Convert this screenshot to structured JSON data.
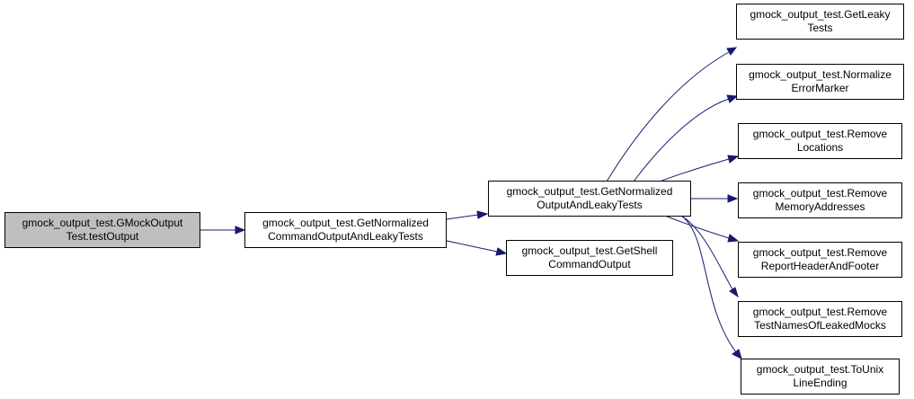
{
  "colors": {
    "edge": "#191970",
    "root_fill": "#bfbfbf",
    "node_fill": "#ffffff",
    "node_border": "#000000"
  },
  "nodes": {
    "root": {
      "line1": "gmock_output_test.GMockOutput",
      "line2": "Test.testOutput"
    },
    "command_output": {
      "line1": "gmock_output_test.GetNormalized",
      "line2": "CommandOutputAndLeakyTests"
    },
    "normalized_output": {
      "line1": "gmock_output_test.GetNormalized",
      "line2": "OutputAndLeakyTests"
    },
    "shell_output": {
      "line1": "gmock_output_test.GetShell",
      "line2": "CommandOutput"
    },
    "get_leaky": {
      "line1": "gmock_output_test.GetLeaky",
      "line2": "Tests"
    },
    "normalize_error": {
      "line1": "gmock_output_test.Normalize",
      "line2": "ErrorMarker"
    },
    "remove_locations": {
      "line1": "gmock_output_test.Remove",
      "line2": "Locations"
    },
    "remove_memory": {
      "line1": "gmock_output_test.Remove",
      "line2": "MemoryAddresses"
    },
    "remove_report": {
      "line1": "gmock_output_test.Remove",
      "line2": "ReportHeaderAndFooter"
    },
    "remove_testnames": {
      "line1": "gmock_output_test.Remove",
      "line2": "TestNamesOfLeakedMocks"
    },
    "to_unix": {
      "line1": "gmock_output_test.ToUnix",
      "line2": "LineEnding"
    }
  },
  "edges": [
    {
      "from": "root",
      "to": "command_output"
    },
    {
      "from": "command_output",
      "to": "normalized_output"
    },
    {
      "from": "command_output",
      "to": "shell_output"
    },
    {
      "from": "normalized_output",
      "to": "get_leaky"
    },
    {
      "from": "normalized_output",
      "to": "normalize_error"
    },
    {
      "from": "normalized_output",
      "to": "remove_locations"
    },
    {
      "from": "normalized_output",
      "to": "remove_memory"
    },
    {
      "from": "normalized_output",
      "to": "remove_report"
    },
    {
      "from": "normalized_output",
      "to": "remove_testnames"
    },
    {
      "from": "normalized_output",
      "to": "to_unix"
    }
  ]
}
